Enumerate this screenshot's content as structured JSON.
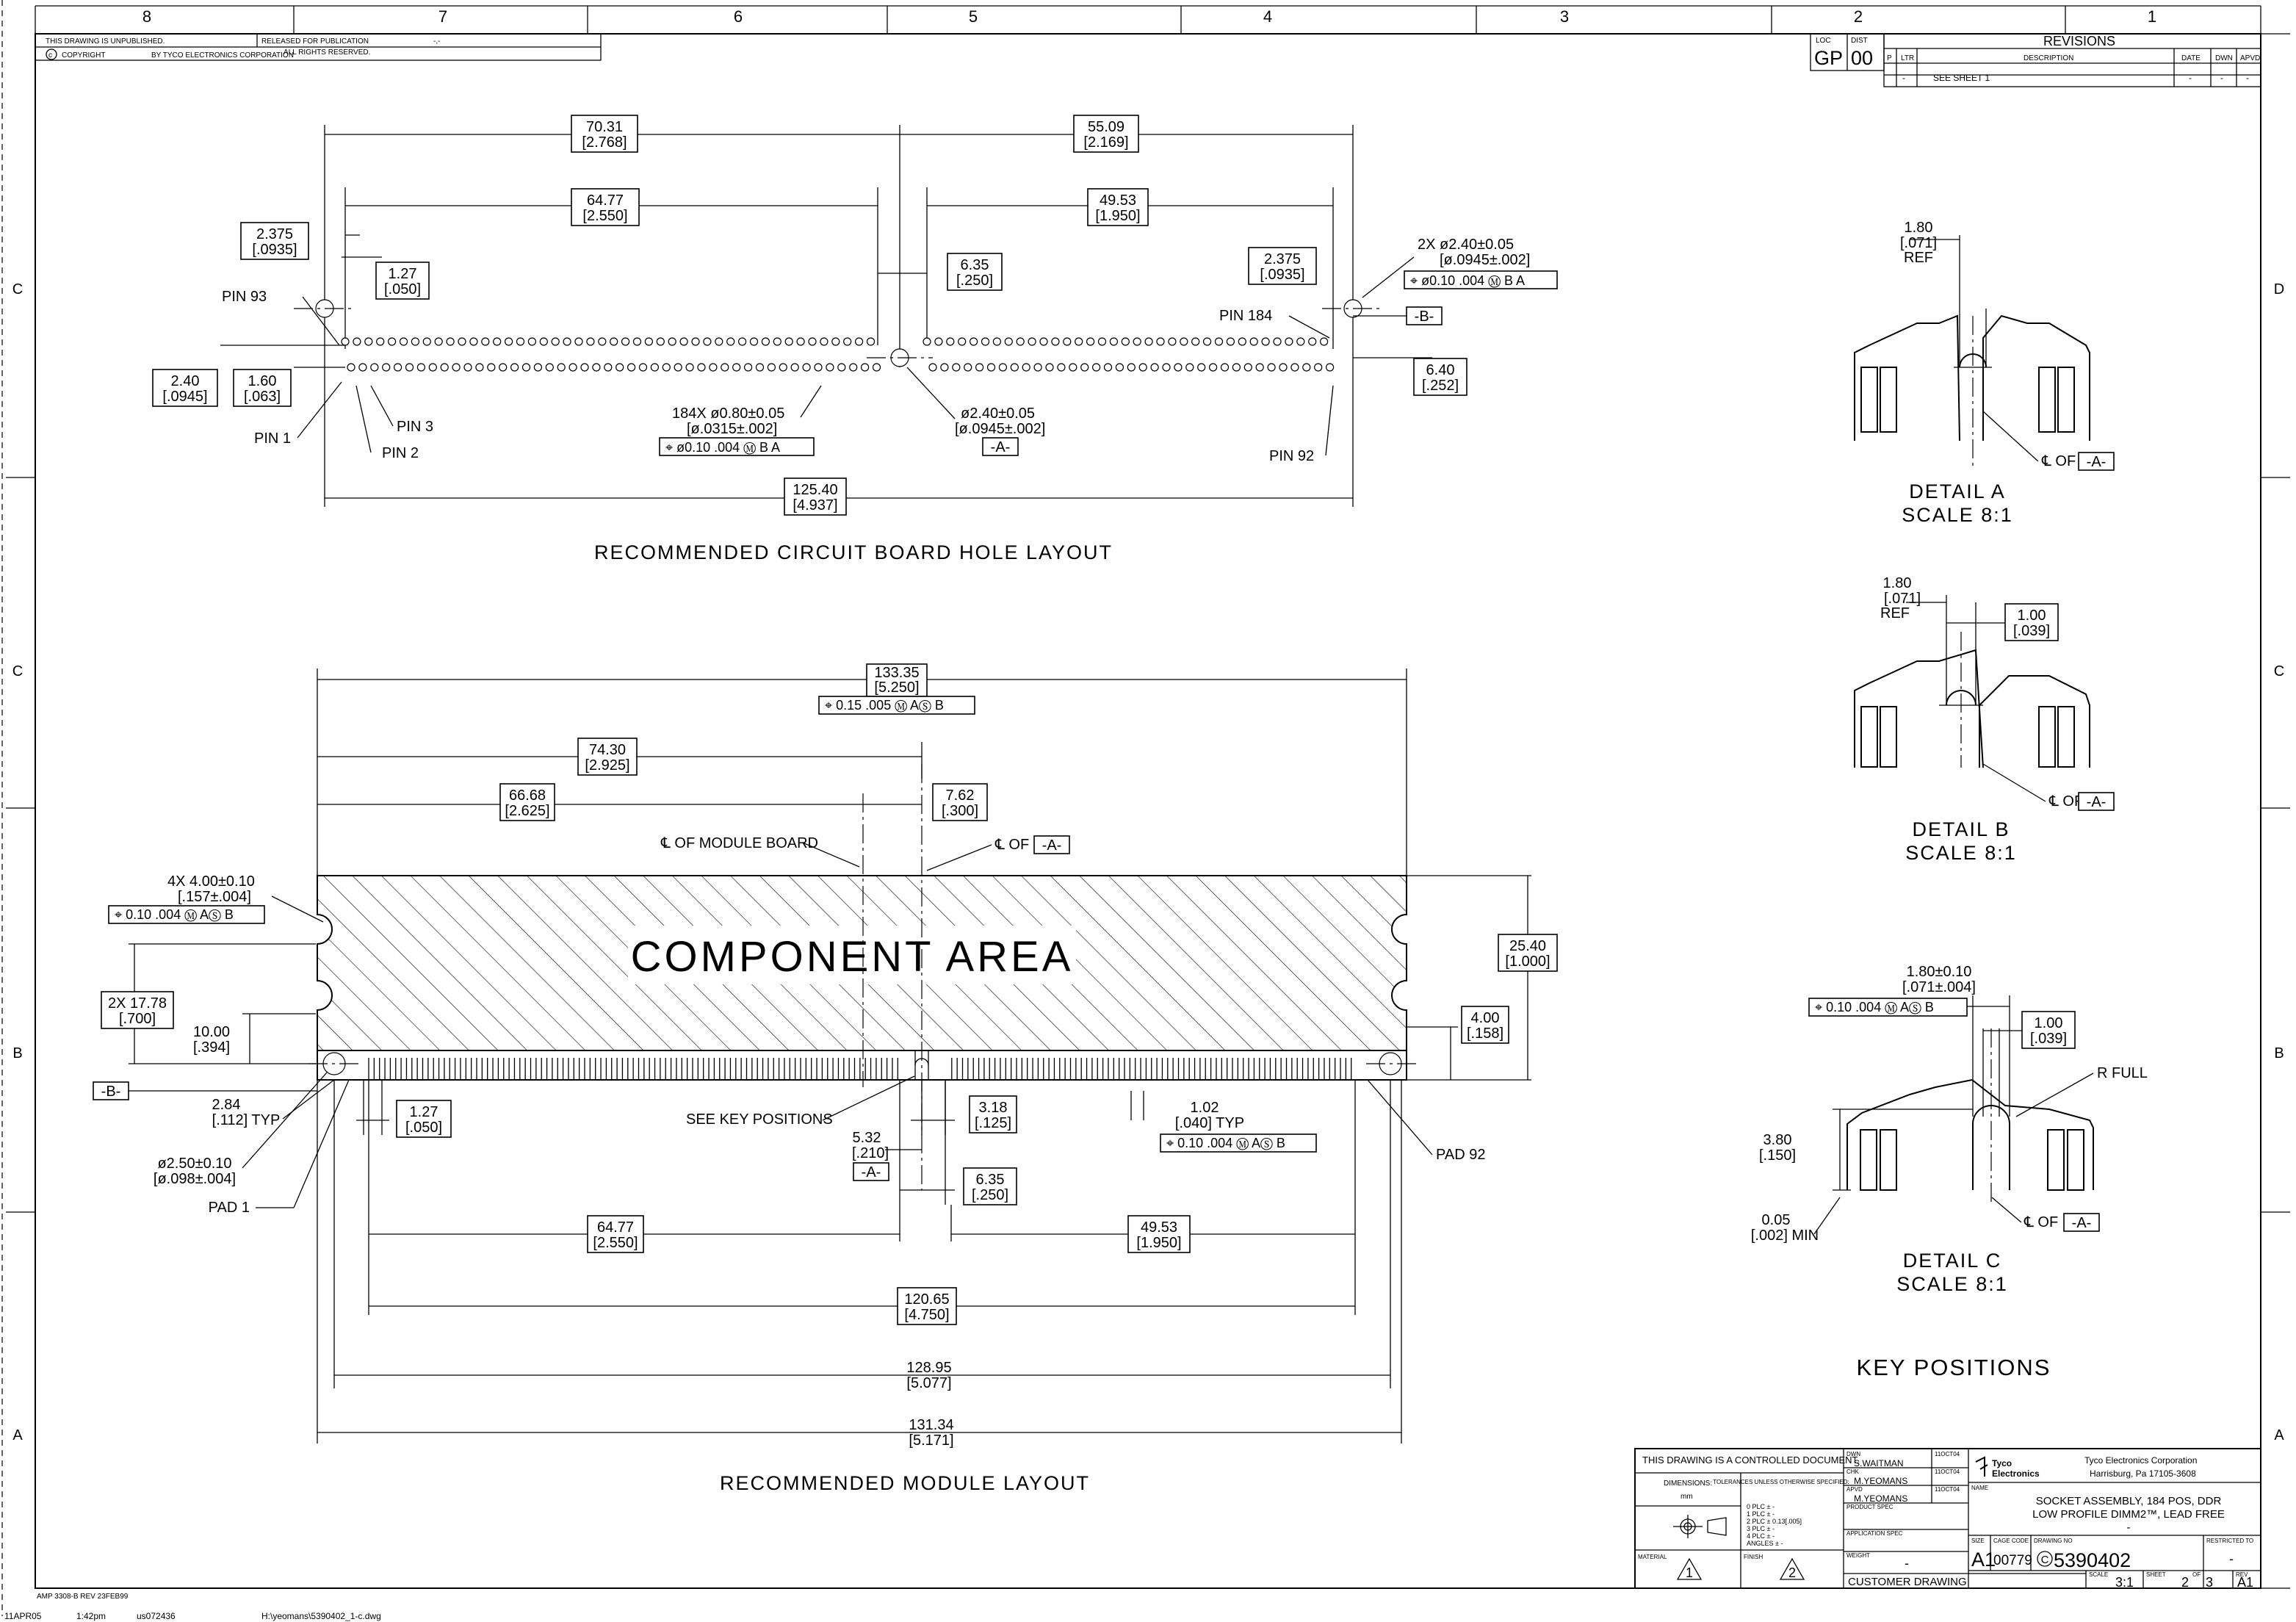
{
  "frame": {
    "top_zones": [
      "8",
      "7",
      "6",
      "5",
      "4",
      "3",
      "2",
      "1"
    ],
    "side_zones_left": [
      "C",
      "C",
      "B",
      "A"
    ],
    "side_zones_right": [
      "D",
      "C",
      "B",
      "A"
    ],
    "header": {
      "unpublished": "THIS DRAWING IS UNPUBLISHED.",
      "released": "RELEASED FOR PUBLICATION",
      "released_value": "-,-",
      "copyright": "COPYRIGHT",
      "copyright_by": "BY TYCO ELECTRONICS CORPORATION",
      "rights": "ALL RIGHTS RESERVED."
    }
  },
  "revisions": {
    "loc_label": "LOC",
    "loc_value": "GP",
    "dist_label": "DIST",
    "dist_value": "00",
    "title": "REVISIONS",
    "col_p": "P",
    "col_ltr": "LTR",
    "col_desc": "DESCRIPTION",
    "col_date": "DATE",
    "col_dwn": "DWN",
    "col_apvd": "APVD",
    "row_p": "-",
    "row_desc": "SEE SHEET 1",
    "row_date": "-",
    "row_dwn": "-",
    "row_apvd": "-"
  },
  "hole_layout": {
    "title": "RECOMMENDED CIRCUIT BOARD HOLE LAYOUT",
    "d_70_31": "70.31",
    "d_70_31_in": "[2.768]",
    "d_55_09": "55.09",
    "d_55_09_in": "[2.169]",
    "d_64_77": "64.77",
    "d_64_77_in": "[2.550]",
    "d_49_53": "49.53",
    "d_49_53_in": "[1.950]",
    "d_2375_l": "2.375",
    "d_2375_l_in": "[.0935]",
    "d_127": "1.27",
    "d_127_in": "[.050]",
    "d_635": "6.35",
    "d_635_in": "[.250]",
    "d_2375_r": "2.375",
    "d_2375_r_in": "[.0935]",
    "pin93": "PIN 93",
    "pin184": "PIN 184",
    "pin1": "PIN 1",
    "pin3": "PIN 3",
    "pin2": "PIN 2",
    "pin92": "PIN 92",
    "d_240": "2.40",
    "d_240_in": "[.0945]",
    "d_160": "1.60",
    "d_160_in": "[.063]",
    "note_2x": "2X ø2.40±0.05",
    "note_2x_in": "[ø.0945±.002]",
    "fcf_2x": "⌖ ø0.10 .004 Ⓜ B A",
    "datum_b": "-B-",
    "d_640": "6.40",
    "d_640_in": "[.252]",
    "note_184": "184X ø0.80±0.05",
    "note_184_in": "[ø.0315±.002]",
    "fcf_184": "⌖ ø0.10 .004 Ⓜ B A",
    "note_240": "ø2.40±0.05",
    "note_240_in": "[ø.0945±.002]",
    "datum_a": "-A-",
    "d_12540": "125.40",
    "d_12540_in": "[4.937]"
  },
  "module_layout": {
    "title": "RECOMMENDED MODULE LAYOUT",
    "component_area": "COMPONENT AREA",
    "d_13335": "133.35",
    "d_13335_in": "[5.250]",
    "fcf_13335": "⌖ 0.15 .005 Ⓜ AⓈ B",
    "d_7430": "74.30",
    "d_7430_in": "[2.925]",
    "d_6668": "66.68",
    "d_6668_in": "[2.625]",
    "d_762": "7.62",
    "d_762_in": "[.300]",
    "cl_module": "℄ OF MODULE BOARD",
    "cl_of": "℄ OF",
    "datum_a": "-A-",
    "note_4x": "4X 4.00±0.10",
    "note_4x_in": "[.157±.004]",
    "fcf_4x": "⌖ 0.10 .004 Ⓜ AⓈ B",
    "d_2540": "25.40",
    "d_2540_in": "[1.000]",
    "d_1778": "2X 17.78",
    "d_1778_in": "[.700]",
    "d_1000": "10.00",
    "d_1000_in": "[.394]",
    "d_400": "4.00",
    "d_400_in": "[.158]",
    "datum_b": "-B-",
    "d_284": "2.84",
    "d_284_in": "[.112] TYP",
    "d_127": "1.27",
    "d_127_in": "[.050]",
    "see_key": "SEE KEY POSITIONS",
    "d_318": "3.18",
    "d_318_in": "[.125]",
    "d_102": "1.02",
    "d_102_in": "[.040] TYP",
    "fcf_102": "⌖ 0.10 .004 Ⓜ AⓈ B",
    "d_532": "5.32",
    "d_532_in": "[.210]",
    "d_635": "6.35",
    "d_635_in": "[.250]",
    "note_250": "ø2.50±0.10",
    "note_250_in": "[ø.098±.004]",
    "pad1": "PAD 1",
    "pad92": "PAD 92",
    "d_6477": "64.77",
    "d_6477_in": "[2.550]",
    "d_4953": "49.53",
    "d_4953_in": "[1.950]",
    "d_12065": "120.65",
    "d_12065_in": "[4.750]",
    "d_12895": "128.95",
    "d_12895_in": "[5.077]",
    "d_13134": "131.34",
    "d_13134_in": "[5.171]"
  },
  "details": {
    "a_ref": "1.80",
    "a_ref_in": "[.071]",
    "a_ref_lbl": "REF",
    "a_cl": "℄ OF",
    "a_datum": "-A-",
    "a_title": "DETAIL A",
    "a_scale": "SCALE 8:1",
    "b_ref": "1.80",
    "b_ref_in": "[.071]",
    "b_ref_lbl": "REF",
    "b_dim": "1.00",
    "b_dim_in": "[.039]",
    "b_cl": "℄ OF",
    "b_datum": "-A-",
    "b_title": "DETAIL B",
    "b_scale": "SCALE 8:1",
    "c_dim": "1.80±0.10",
    "c_dim_in": "[.071±.004]",
    "c_fcf": "⌖ 0.10 .004 Ⓜ AⓈ B",
    "c_w": "1.00",
    "c_w_in": "[.039]",
    "c_rfull": "R FULL",
    "c_h": "3.80",
    "c_h_in": "[.150]",
    "c_min": "0.05",
    "c_min_in": "[.002] MIN",
    "c_cl": "℄ OF",
    "c_datum": "-A-",
    "c_title": "DETAIL C",
    "c_scale": "SCALE 8:1",
    "key_positions": "KEY POSITIONS"
  },
  "title_block": {
    "controlled": "THIS DRAWING IS A CONTROLLED DOCUMENT.",
    "dwn_lbl": "DWN",
    "dwn": "S.WAITMAN",
    "dwn_date": "11OCT04",
    "chk_lbl": "CHK",
    "chk": "M.YEOMANS",
    "chk_date": "11OCT04",
    "apvd_lbl": "APVD",
    "apvd": "M.YEOMANS",
    "apvd_date": "11OCT04",
    "dimensions": "DIMENSIONS:",
    "units": "mm",
    "tolerances": "TOLERANCES UNLESS OTHERWISE SPECIFIED:",
    "tol_lines": [
      "0 PLC ± -",
      "1 PLC ± -",
      "2 PLC ± 0.13[.005]",
      "3 PLC ± -",
      "4 PLC ± -",
      "ANGLES ± -"
    ],
    "product_spec": "PRODUCT SPEC",
    "application_spec": "APPLICATION SPEC",
    "weight": "WEIGHT",
    "material": "MATERIAL",
    "finish": "FINISH",
    "mat_val": "1",
    "fin_val": "2",
    "weight_val": "-",
    "company": "Tyco Electronics Corporation",
    "city": "Harrisburg, Pa 17105-3608",
    "logo_top": "Tyco",
    "logo_bottom": "Electronics",
    "name_lbl": "NAME",
    "name1": "SOCKET ASSEMBLY, 184 POS, DDR",
    "name2": "LOW PROFILE DIMM2™, LEAD FREE",
    "name3": "-",
    "size_lbl": "SIZE",
    "size": "A1",
    "cage_lbl": "CAGE CODE",
    "cage": "00779",
    "dwg_lbl": "DRAWING NO",
    "dwg_prefix": "C",
    "dwg": "5390402",
    "restricted_lbl": "RESTRICTED TO",
    "restricted": "-",
    "customer": "CUSTOMER DRAWING",
    "scale_lbl": "SCALE",
    "scale": "3:1",
    "sheet_lbl": "SHEET",
    "sheet": "2",
    "of_lbl": "OF",
    "sheet_of": "3",
    "rev_lbl": "REV",
    "rev": "A1"
  },
  "footer": {
    "form": "AMP 3308-B REV 23FEB99",
    "date": "11APR05",
    "time": "1:42pm",
    "user": "us072436",
    "path": "H:\\yeomans\\5390402_1-c.dwg"
  }
}
